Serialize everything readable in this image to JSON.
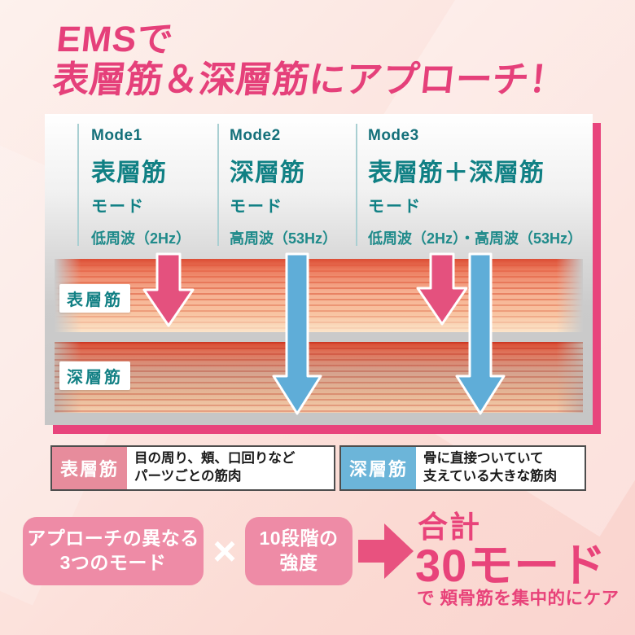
{
  "title": {
    "line1": "EMSで",
    "line2": "表層筋＆深層筋にアプローチ！"
  },
  "modes": [
    {
      "label": "Mode1",
      "name": "表層筋",
      "suffix": "モード",
      "freq": "低周波（2Hz）"
    },
    {
      "label": "Mode2",
      "name": "深層筋",
      "suffix": "モード",
      "freq": "高周波（53Hz）"
    },
    {
      "label": "Mode3",
      "name": "表層筋＋深層筋",
      "suffix": "モード",
      "freq": "低周波（2Hz）・高周波（53Hz）"
    }
  ],
  "diagram": {
    "surface_tag": "表層筋",
    "deep_tag": "深層筋",
    "arrows": [
      {
        "mode": "Mode1",
        "reaches": "surface",
        "color": "#e4517e"
      },
      {
        "mode": "Mode2",
        "reaches": "deep",
        "color": "#5fadd8"
      },
      {
        "mode": "Mode3",
        "reaches": "surface",
        "color": "#e4517e"
      },
      {
        "mode": "Mode3",
        "reaches": "deep",
        "color": "#5fadd8"
      }
    ]
  },
  "legend": [
    {
      "term": "表層筋",
      "color": "#e78c9c",
      "desc_line1": "目の周り、頬、口回りなど",
      "desc_line2": "パーツごとの筋肉"
    },
    {
      "term": "深層筋",
      "color": "#6cb5d9",
      "desc_line1": "骨に直接ついていて",
      "desc_line2": "支えている大きな筋肉"
    }
  ],
  "formula": {
    "factor1_line1": "アプローチの異なる",
    "factor1_line2": "3つのモード",
    "operator": "×",
    "factor2_line1": "10段階の",
    "factor2_line2": "強度",
    "result_prefix": "合計",
    "result": "30モード",
    "result_note": "で 頬骨筋を集中的にケア"
  },
  "colors": {
    "accent_pink": "#e5407a",
    "panel_shadow_pink": "#e8447c",
    "teal_text": "#108084",
    "arrow_pink": "#e4517e",
    "arrow_blue": "#5fadd8",
    "muscle_red": "#dc4d34",
    "legend_pink": "#e78c9c",
    "legend_blue": "#6cb5d9",
    "factor_box_pink": "#ee8ba6"
  }
}
